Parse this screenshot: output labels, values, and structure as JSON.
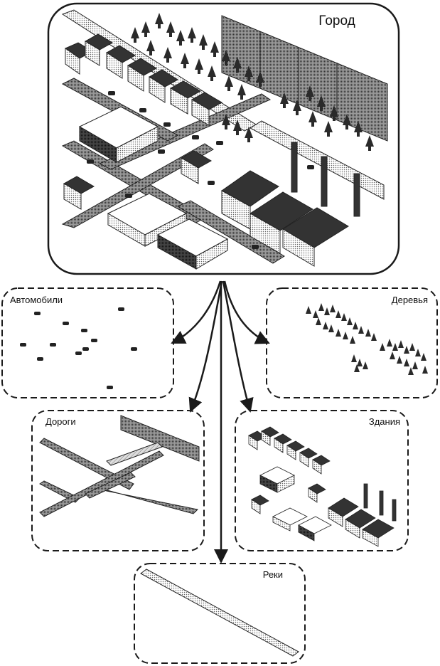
{
  "diagram": {
    "root": {
      "label": "Город"
    },
    "layers": [
      {
        "id": "cars",
        "label": "Автомобили"
      },
      {
        "id": "trees",
        "label": "Деревья"
      },
      {
        "id": "roads",
        "label": "Дороги"
      },
      {
        "id": "buildings",
        "label": "Здания"
      },
      {
        "id": "rivers",
        "label": "Реки"
      }
    ]
  },
  "colors": {
    "line": "#1a1a1a",
    "dark_fill": "#3a3a3a",
    "mid_fill": "#8a8a8a",
    "light_fill": "#d2d2d2",
    "paper": "#ffffff"
  }
}
